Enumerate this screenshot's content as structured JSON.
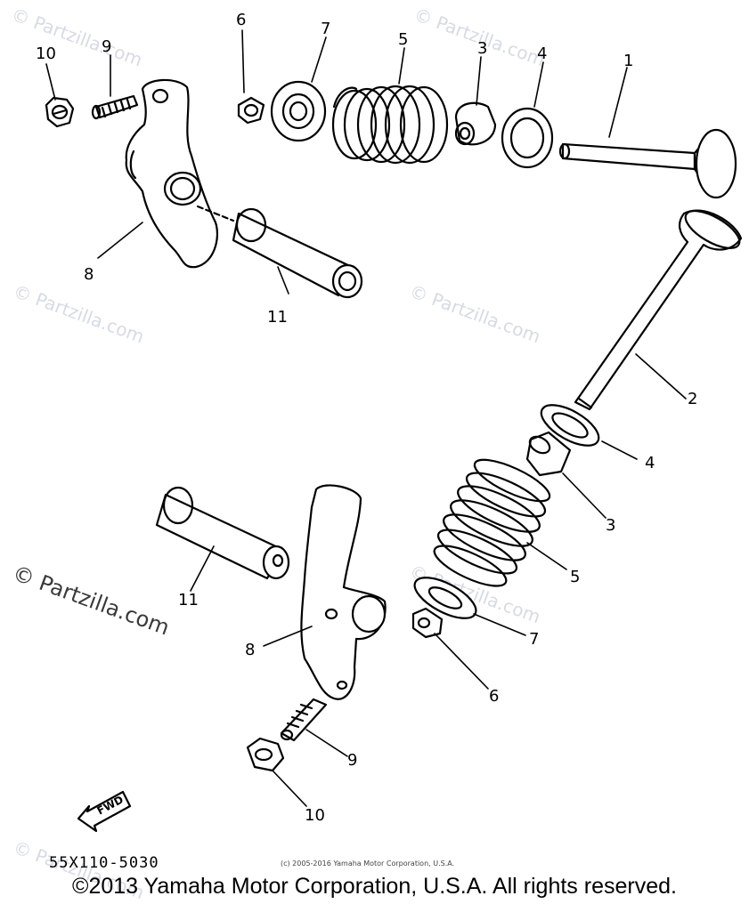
{
  "watermarks": [
    "© Partzilla.com",
    "© Partzilla.com",
    "© Partzilla.com",
    "© Partzilla.com",
    "© Partzilla.com",
    "© Partzilla.com"
  ],
  "main_watermark": "© Partzilla.com",
  "callouts": {
    "c10_top": "10",
    "c9_top": "9",
    "c6_top": "6",
    "c7_top": "7",
    "c5_top": "5",
    "c3_top": "3",
    "c4_top": "4",
    "c1": "1",
    "c8_top": "8",
    "c11_top": "11",
    "c2": "2",
    "c4_bot": "4",
    "c3_bot": "3",
    "c5_bot": "5",
    "c7_bot": "7",
    "c6_bot": "6",
    "c11_bot": "11",
    "c8_bot": "8",
    "c9_bot": "9",
    "c10_bot": "10"
  },
  "fwd_label": "FWD",
  "part_number": "55X110-5030",
  "small_copyright": "(c) 2005-2016 Yamaha Motor Corporation, U.S.A.",
  "copyright": "©2013 Yamaha Motor Corporation, U.S.A. All rights reserved."
}
